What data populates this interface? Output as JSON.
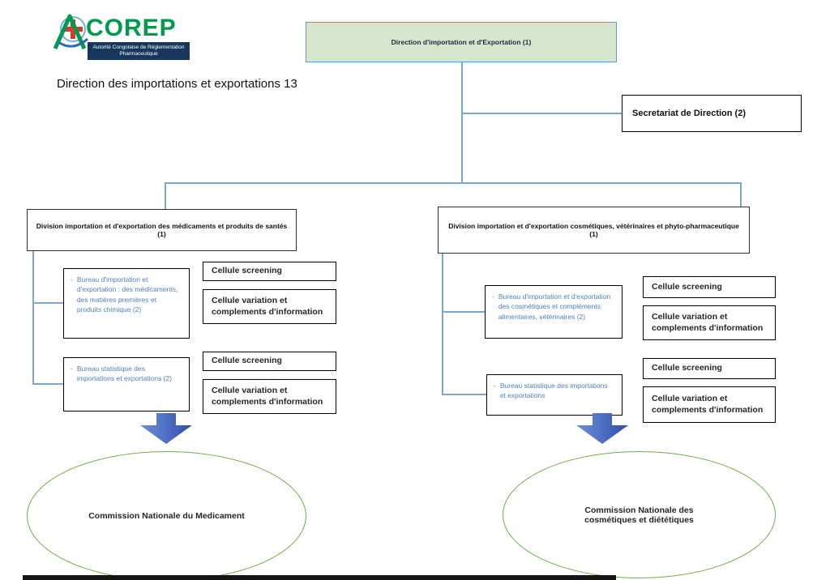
{
  "logo": {
    "name": "COREP",
    "subtitle_line1": "Autorité Congolaise de Réglementation",
    "subtitle_line2": "Pharmaceutique",
    "brand_green": "#009a4e",
    "brand_navy": "#16365c"
  },
  "page_title": "Direction des importations et exportations 13",
  "dash": "-",
  "colors": {
    "connector_blue": "#7ca6d5",
    "root_fill": "#d8e6ce",
    "root_border": "#5b9bd5",
    "bureau_text_blue": "#4f81bd",
    "arrow_blue": "#3a5cc0",
    "ellipse_green": "#70ad47"
  },
  "root_box": "Direction d'importation et d'Exportation (1)",
  "secretariat_box": "Secretariat de Direction (2)",
  "left_branch": {
    "division": "Division importation et d'exportation des médicaments et produits de santés (1)",
    "bureau1": "Bureau d'importation et d'exportation : des médicaments, des matières premières et produits chimique (2)",
    "bureau1_cell1": "Cellule screening",
    "bureau1_cell2": "Cellule variation et complements d'information",
    "bureau2": "Bureau statistique des importations et exportations (2)",
    "bureau2_cell1": "Cellule screening",
    "bureau2_cell2": "Cellule variation et complements d'information",
    "commission": "Commission Nationale du Medicament"
  },
  "right_branch": {
    "division": "Division importation et d'exportation cosmétiques, vétérinaires et phyto-pharmaceutique (1)",
    "bureau1": "Bureau d'importation et d'exportation des cosmétiques et compléments alimentaires, vétérinaires (2)",
    "bureau1_cell1": "Cellule screening",
    "bureau1_cell2": "Cellule variation et complements d'information",
    "bureau2": "Bureau statistique des importations et exportations",
    "bureau2_cell1": "Cellule screening",
    "bureau2_cell2": "Cellule variation et complements d'information",
    "commission": "Commission Nationale des cosmétiques et diététiques"
  }
}
